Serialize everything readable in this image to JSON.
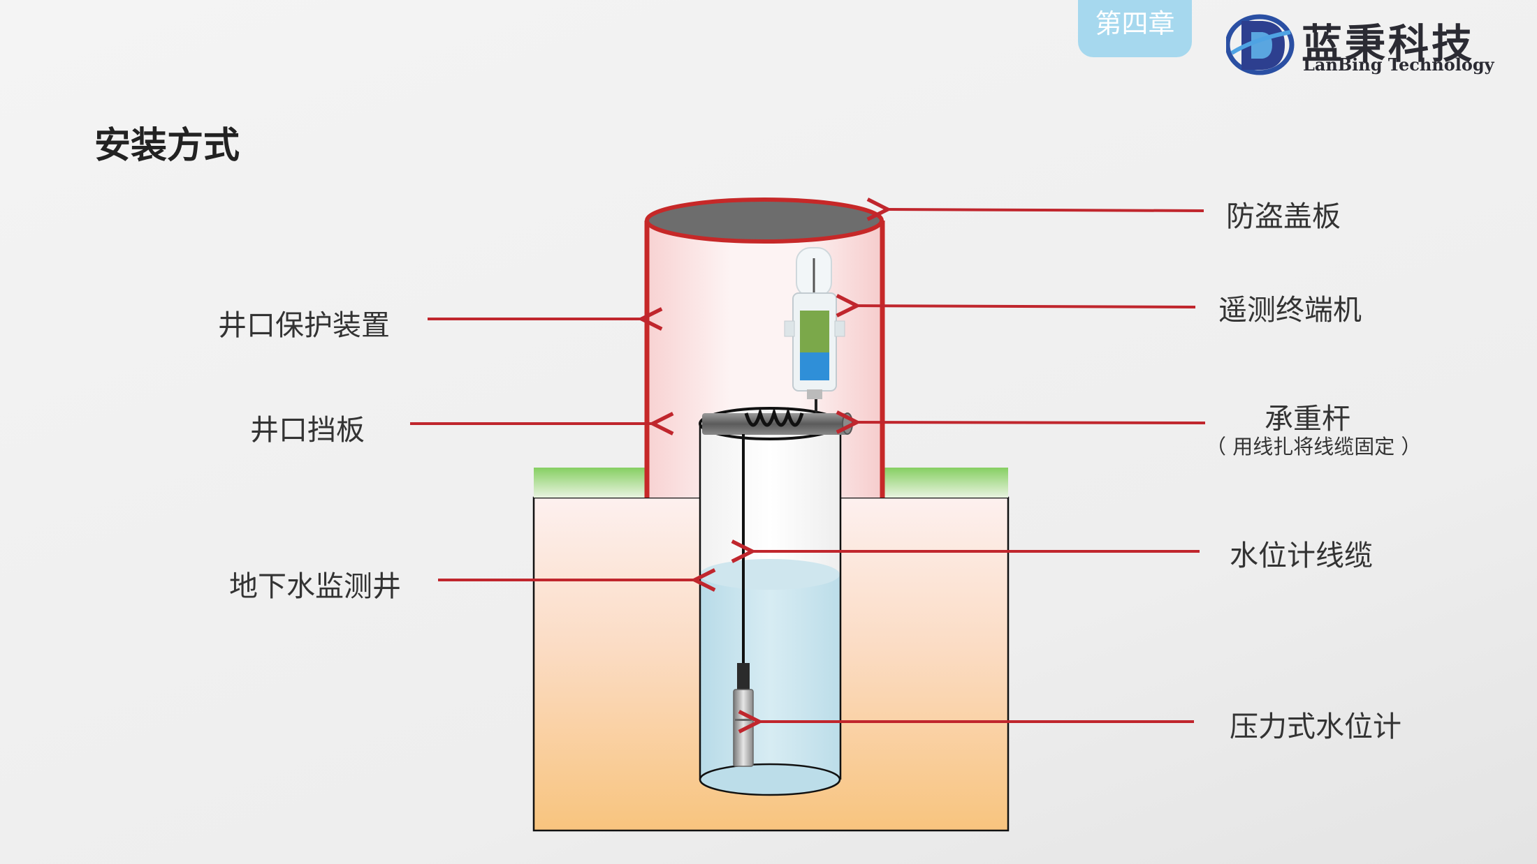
{
  "header": {
    "chapter_tab": "第四章",
    "logo_cn": "蓝秉科技",
    "logo_en": "LanBing Technology"
  },
  "slide": {
    "title": "安装方式"
  },
  "diagram": {
    "labels_left": {
      "wellhead_protection": "井口保护装置",
      "wellhead_baffle": "井口挡板",
      "monitoring_well": "地下水监测井"
    },
    "labels_right": {
      "anti_theft_cover": "防盗盖板",
      "telemetry_terminal": "遥测终端机",
      "load_bar": "承重杆",
      "load_bar_note": "（ 用线扎将线缆固定 ）",
      "level_gauge_cable": "水位计线缆",
      "pressure_level_gauge": "压力式水位计"
    },
    "colors": {
      "arrow": "#c0262d",
      "protection_outline": "#c62828",
      "grass": "#7cc95a",
      "water": "#c9e4ee",
      "soil_top": "#fdf0ef",
      "soil_bottom": "#f8c47e"
    }
  }
}
